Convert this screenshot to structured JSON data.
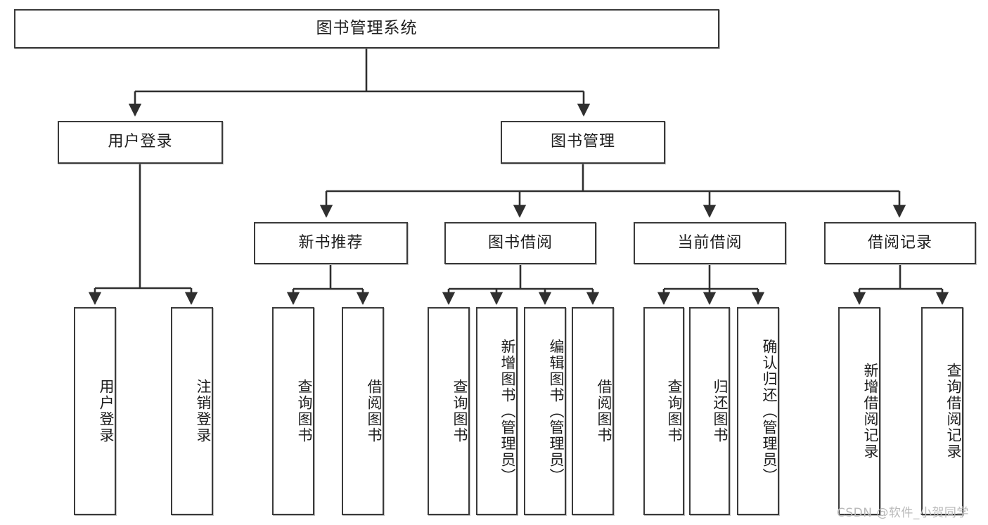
{
  "diagram": {
    "title": "图书管理系统",
    "type": "tree-hierarchy-chart",
    "root": {
      "label": "图书管理系统"
    },
    "level2": [
      {
        "label": "用户登录"
      },
      {
        "label": "图书管理"
      }
    ],
    "level3": [
      {
        "label": "新书推荐"
      },
      {
        "label": "图书借阅"
      },
      {
        "label": "当前借阅"
      },
      {
        "label": "借阅记录"
      }
    ],
    "leaves": {
      "user_login": [
        {
          "label": "用户登录"
        },
        {
          "label": "注销登录"
        }
      ],
      "new_book_recommend": [
        {
          "label": "查询图书"
        },
        {
          "label": "借阅图书"
        }
      ],
      "book_borrow": [
        {
          "label": "查询图书"
        },
        {
          "label": "新增图书（管理员）"
        },
        {
          "label": "编辑图书（管理员）"
        },
        {
          "label": "借阅图书"
        }
      ],
      "current_borrow": [
        {
          "label": "查询图书"
        },
        {
          "label": "归还图书"
        },
        {
          "label": "确认归还（管理员）"
        }
      ],
      "borrow_record": [
        {
          "label": "新增借阅记录"
        },
        {
          "label": "查询借阅记录"
        }
      ]
    }
  },
  "watermark": {
    "text": "CSDN @软件_小贺同学"
  },
  "colors": {
    "box_border": "#3a3a3a",
    "box_fill": "#ffffff",
    "line": "#2f2f2f",
    "text": "#1d1d1d",
    "watermark": "#b9b9b9"
  }
}
